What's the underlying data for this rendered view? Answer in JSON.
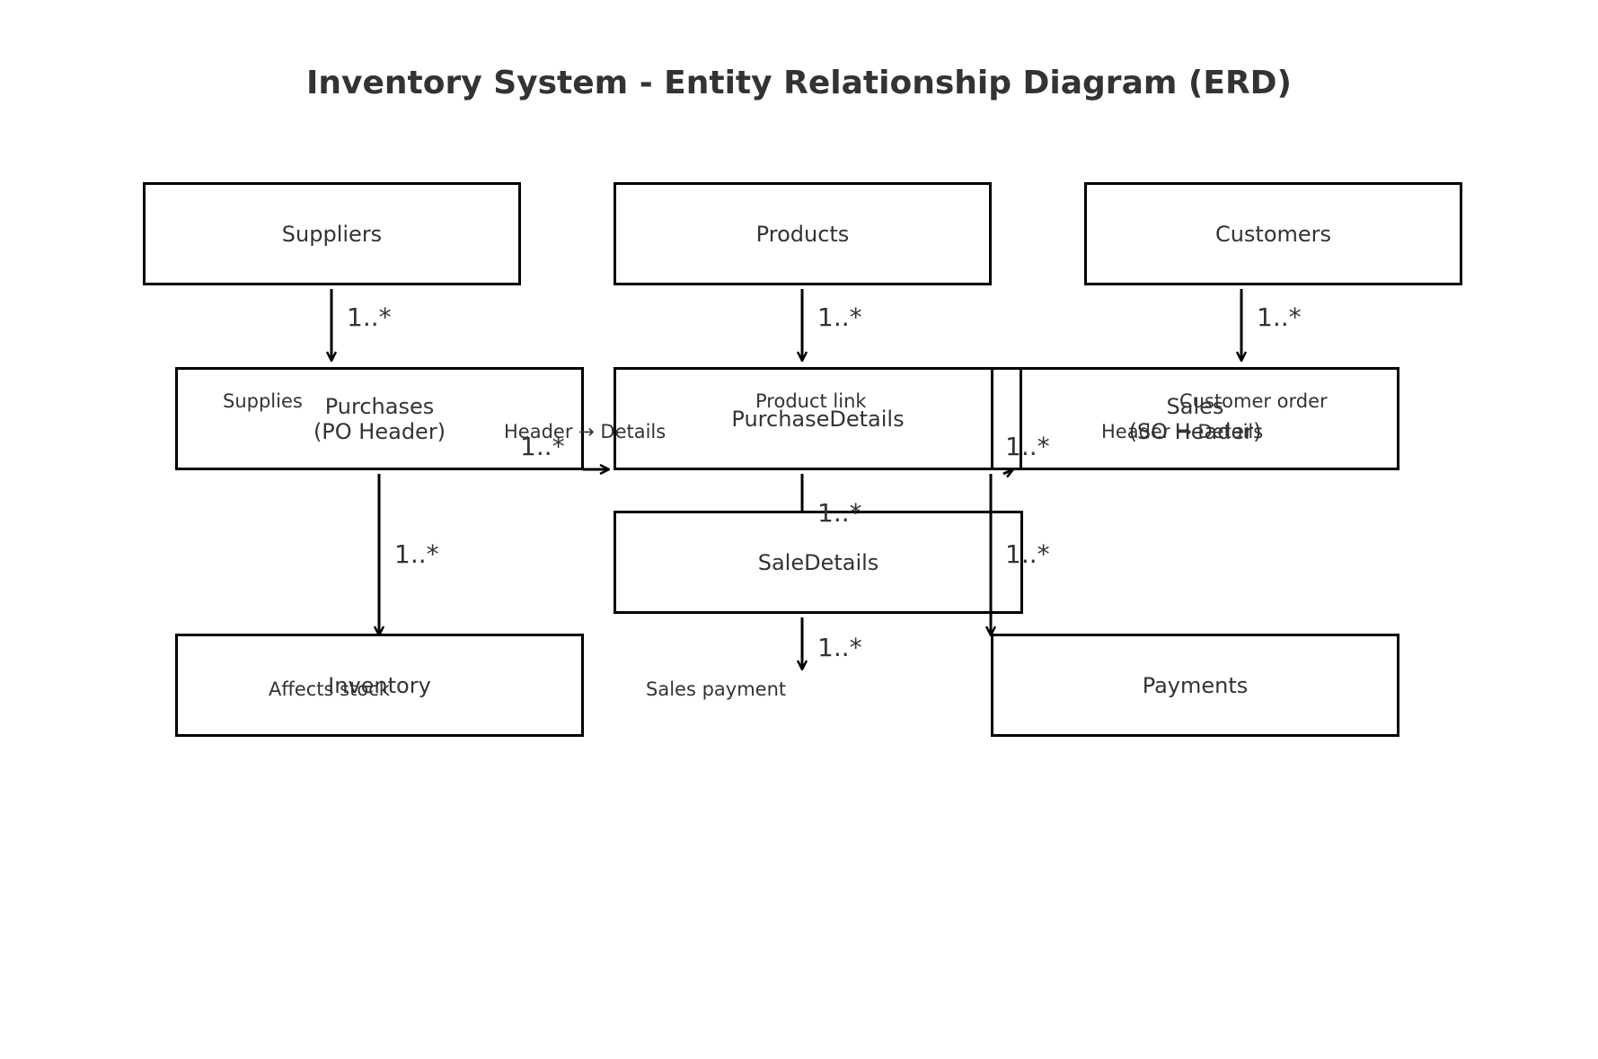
{
  "title": "Inventory System - Entity Relationship Diagram (ERD)",
  "entities": {
    "suppliers": "Suppliers",
    "products": "Products",
    "customers": "Customers",
    "purchases": "Purchases\n(PO Header)",
    "purchase_details": "PurchaseDetails",
    "sales": "Sales\n(SO Header)",
    "sale_details": "SaleDetails",
    "inventory": "Inventory",
    "payments": "Payments"
  },
  "relationships": {
    "supplies": "Supplies",
    "product_link": "Product link",
    "customer_order": "Customer order",
    "purchase_header_details": "Header → Details",
    "sales_header_details": "Header → Details",
    "affects_stock": "Affects stock",
    "sales_payment": "Sales payment"
  },
  "cardinality": {
    "suppliers_purchases": "1..*",
    "products_purchase_details": "1..*",
    "customers_sales": "1..*",
    "purchases_purchase_details": "1..*",
    "sales_sale_details": "1..*",
    "purchase_details_inventory": "1..*",
    "purchases_inventory": "1..*",
    "sale_details_payments": "1..*",
    "sales_payments": "1..*"
  },
  "colors": {
    "text": "#333333",
    "border": "#000000",
    "background": "#ffffff"
  }
}
